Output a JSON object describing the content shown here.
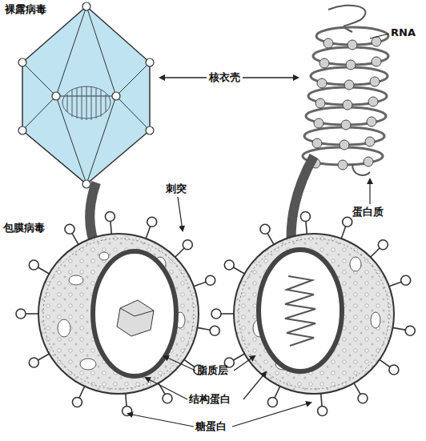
{
  "diagram": {
    "labels": [
      "裸露病毒",
      "核衣壳",
      "RNA",
      "刺突",
      "包膜病毒",
      "蛋白质",
      "脂质层",
      "结构蛋白",
      "糖蛋白"
    ]
  }
}
